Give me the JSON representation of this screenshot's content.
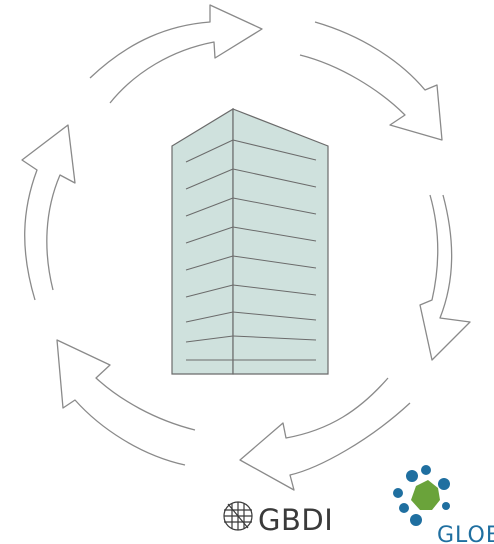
{
  "logos": {
    "gbdi": {
      "text": "GBDI",
      "color": "#3a3a3a",
      "icon": "globe-grid-icon"
    },
    "glob": {
      "text": "GLOB",
      "text_color": "#1f6fa0",
      "icon": "molecule-cluster-icon",
      "dot_color": "#1f6fa0",
      "blob_color": "#6aa33a"
    }
  },
  "diagram": {
    "arrow_stroke": "#8a8a8a",
    "building_fill": "#cfe1dd",
    "building_stroke": "#6b6b6b",
    "building_icon": "tall-building-icon",
    "cycle_direction": "clockwise"
  }
}
